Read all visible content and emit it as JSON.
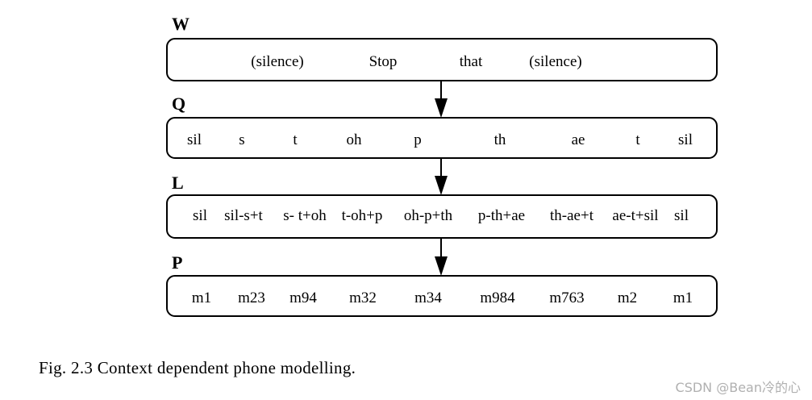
{
  "levels": [
    {
      "label": "W",
      "tokens": [
        "(silence)",
        "Stop",
        "that",
        "(silence)"
      ]
    },
    {
      "label": "Q",
      "tokens": [
        "sil",
        "s",
        "t",
        "oh",
        "p",
        "th",
        "ae",
        "t",
        "sil"
      ]
    },
    {
      "label": "L",
      "tokens": [
        "sil",
        "sil-s+t",
        "s- t+oh",
        "t-oh+p",
        "oh-p+th",
        "p-th+ae",
        "th-ae+t",
        "ae-t+sil",
        "sil"
      ]
    },
    {
      "label": "P",
      "tokens": [
        "m1",
        "m23",
        "m94",
        "m32",
        "m34",
        "m984",
        "m763",
        "m2",
        "m1"
      ]
    }
  ],
  "caption": "Fig. 2.3 Context dependent phone modelling.",
  "watermark": "CSDN @Bean冷的心"
}
